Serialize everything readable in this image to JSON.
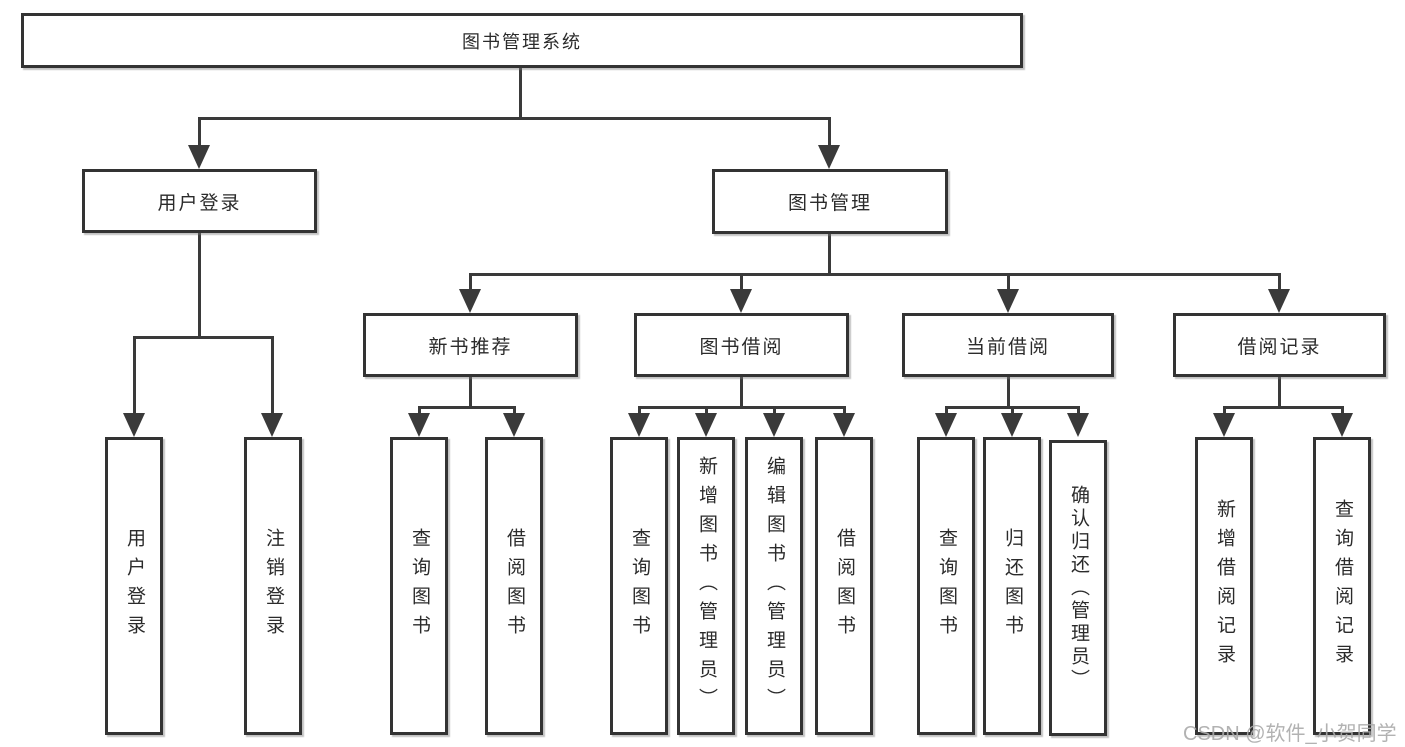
{
  "diagram": {
    "root": {
      "label": "图书管理系统"
    },
    "branches": [
      {
        "label": "用户登录",
        "children": [
          {
            "label": "用户登录"
          },
          {
            "label": "注销登录"
          }
        ]
      },
      {
        "label": "图书管理",
        "sections": [
          {
            "label": "新书推荐",
            "children": [
              {
                "label": "查询图书"
              },
              {
                "label": "借阅图书"
              }
            ]
          },
          {
            "label": "图书借阅",
            "children": [
              {
                "label": "查询图书"
              },
              {
                "label": "新增图书（管理员）"
              },
              {
                "label": "编辑图书（管理员）"
              },
              {
                "label": "借阅图书"
              }
            ]
          },
          {
            "label": "当前借阅",
            "children": [
              {
                "label": "查询图书"
              },
              {
                "label": "归还图书"
              },
              {
                "label": "确认归还（管理员）"
              }
            ]
          },
          {
            "label": "借阅记录",
            "children": [
              {
                "label": "新增借阅记录"
              },
              {
                "label": "查询借阅记录"
              }
            ]
          }
        ]
      }
    ]
  },
  "watermark": "CSDN @软件_小贺同学",
  "colors": {
    "line": "#3a3a3a",
    "box_border": "#333333",
    "text": "#2b2b2b",
    "watermark": "#aaaaaa",
    "background": "#ffffff"
  }
}
